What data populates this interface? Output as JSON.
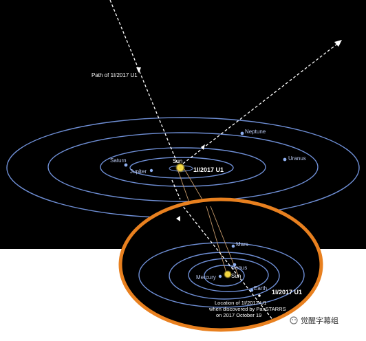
{
  "diagram": {
    "path_label": "Path of 1I/2017 U1",
    "object_label": "1I/2017 U1",
    "sun_label": "Sun",
    "planets_outer": {
      "saturn": "Saturn",
      "jupiter": "Jupiter",
      "neptune": "Neptune",
      "uranus": "Uranus"
    },
    "inset": {
      "mars": "Mars",
      "venus": "Venus",
      "mercury": "Mercury",
      "earth": "Earth",
      "sun": "Sun",
      "object": "1I/2017 U1",
      "note_line1": "Location of 1I/2017 U1",
      "note_line2": "when discovered by PanSTARRS",
      "note_line3": "on 2017 October 19"
    },
    "watermark": "觉醒字幕组",
    "colors": {
      "space": "#000000",
      "orbit": "#6f8fd6",
      "inset_border": "#e8801f",
      "path": "#ffffff",
      "sun": "#f2d43a"
    }
  }
}
